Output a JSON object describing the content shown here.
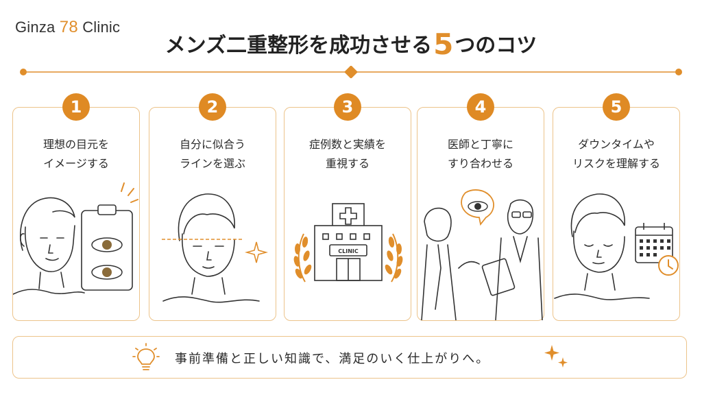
{
  "logo": {
    "pre": "Ginza ",
    "num": "78",
    "post": " Clinic"
  },
  "title": {
    "pre": "メンズ二重整形を成功させる",
    "accent": "5",
    "post": "つのコツ"
  },
  "cards": [
    {
      "num": "1",
      "line1": "理想の目元を",
      "line2": "イメージする"
    },
    {
      "num": "2",
      "line1": "自分に似合う",
      "line2": "ラインを選ぶ"
    },
    {
      "num": "3",
      "line1": "症例数と実績を",
      "line2": "重視する"
    },
    {
      "num": "4",
      "line1": "医師と丁寧に",
      "line2": "すり合わせる"
    },
    {
      "num": "5",
      "line1": "ダウンタイムや",
      "line2": "リスクを理解する"
    }
  ],
  "clinic_sign": "CLINIC",
  "bottom": {
    "text": "事前準備と正しい知識で、満足のいく仕上がりへ。"
  },
  "icons": [
    "eye-icon",
    "sparkle-icon",
    "hospital-icon",
    "laurel-icon",
    "calendar-icon",
    "clock-icon",
    "lightbulb-icon"
  ],
  "colors": {
    "accent": "#e08e2b",
    "border": "#ecc38a",
    "text": "#2a2a2a"
  }
}
